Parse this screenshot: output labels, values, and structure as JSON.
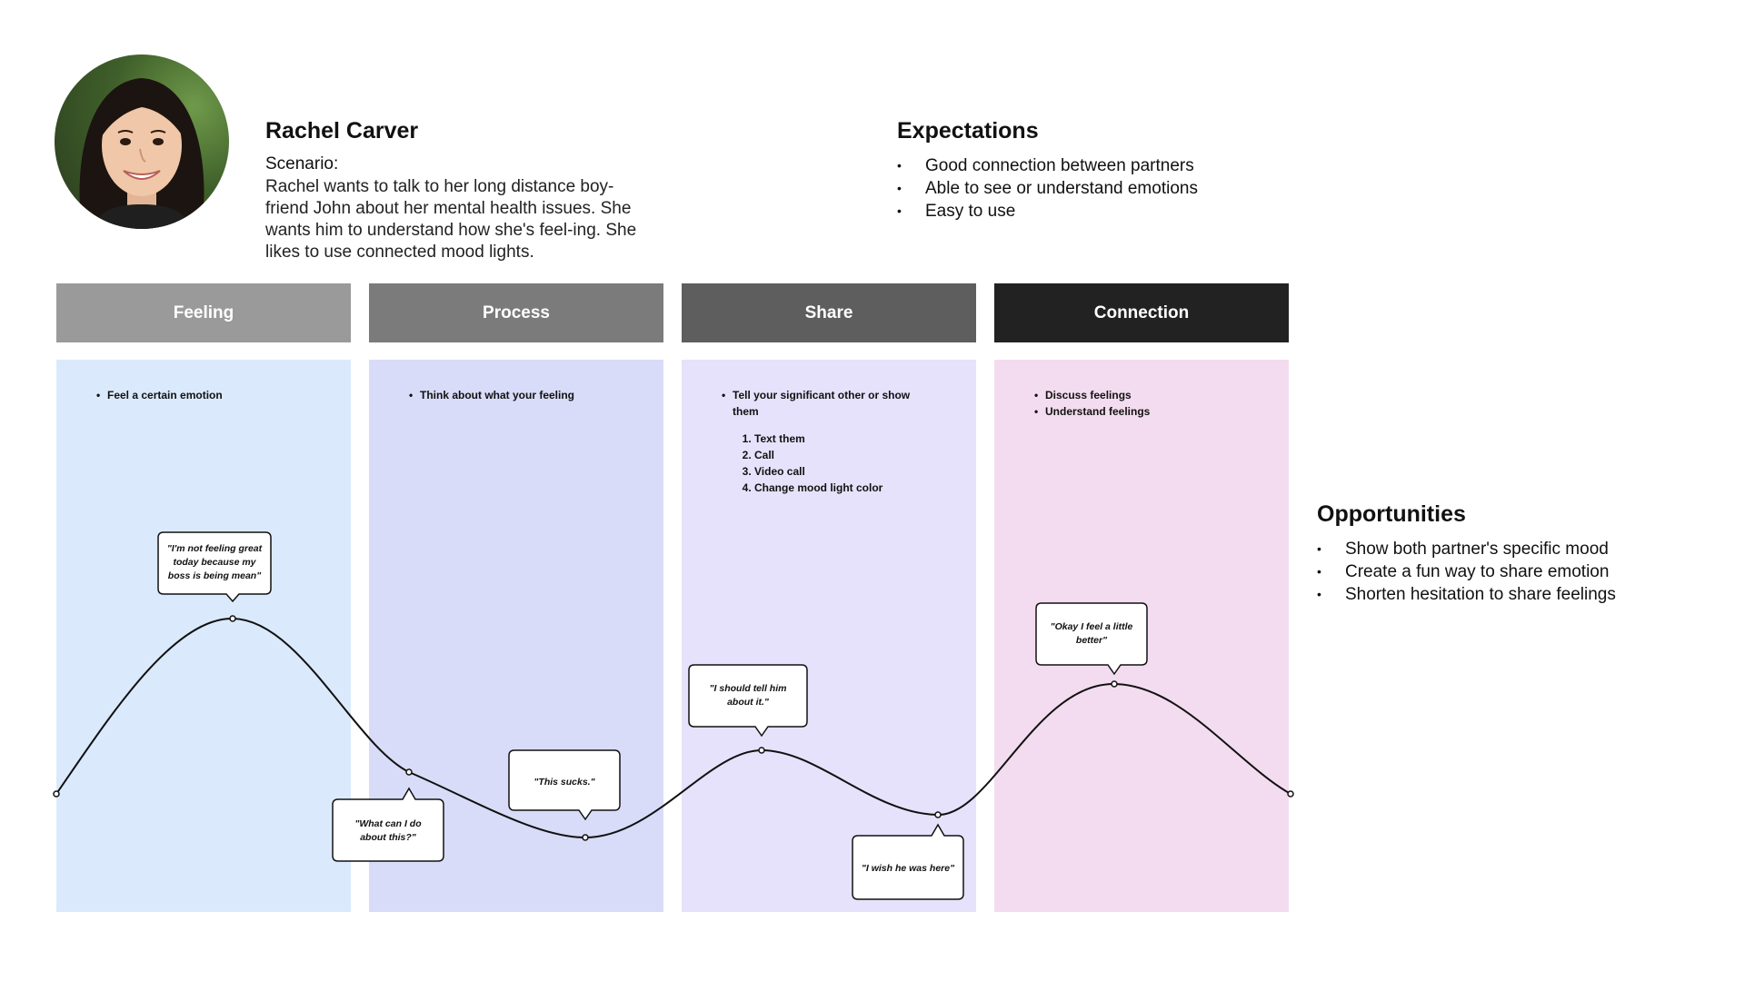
{
  "persona": {
    "name": "Rachel Carver",
    "scenario_label": "Scenario:",
    "scenario_text": "Rachel wants to talk to her long distance boy-friend John about her mental health issues. She wants him to understand how she's feel-ing. She likes to use connected mood lights."
  },
  "expectations": {
    "title": "Expectations",
    "items": [
      "Good connection between partners",
      "Able to see or understand emotions",
      "Easy to use"
    ]
  },
  "opportunities": {
    "title": "Opportunities",
    "items": [
      "Show both partner's specific mood",
      "Create a fun way to share emotion",
      "Shorten hesitation to share feelings"
    ]
  },
  "stages": [
    {
      "title": "Feeling",
      "header_color": "#9a9a9a",
      "panel_color": "#daeafc",
      "bullets": [
        "Feel a certain emotion"
      ],
      "steps": []
    },
    {
      "title": "Process",
      "header_color": "#7b7b7b",
      "panel_color": "#d8dcf8",
      "bullets": [
        "Think about what your feeling"
      ],
      "steps": []
    },
    {
      "title": "Share",
      "header_color": "#5e5e5e",
      "panel_color": "#e6e2fb",
      "bullets": [
        "Tell your significant other or show them"
      ],
      "steps": [
        "Text them",
        "Call",
        "Video call",
        "Change mood light color"
      ]
    },
    {
      "title": "Connection",
      "header_color": "#222222",
      "panel_color": "#f3dcef",
      "bullets": [
        "Discuss feelings",
        "Understand feelings"
      ],
      "steps": []
    }
  ],
  "quotes": [
    {
      "lines": [
        "\"I'm not feeling great",
        "today because my",
        "boss is being mean\""
      ]
    },
    {
      "lines": [
        "\"What can I do",
        "about this?\""
      ]
    },
    {
      "lines": [
        "\"This sucks.\""
      ]
    },
    {
      "lines": [
        "\"I should tell him",
        "about it.\""
      ]
    },
    {
      "lines": [
        "\"I wish he was here\""
      ]
    },
    {
      "lines": [
        "\"Okay I feel a little",
        "better\""
      ]
    }
  ]
}
